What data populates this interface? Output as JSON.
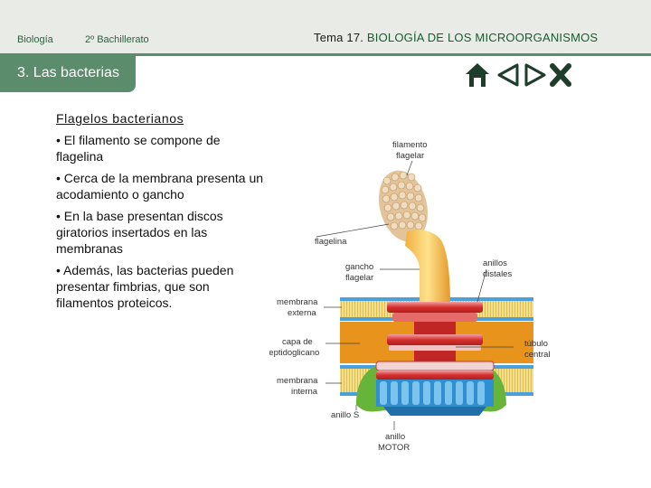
{
  "header": {
    "subject": "Biología",
    "course": "2º Bachillerato",
    "topic_prefix": "Tema 17. ",
    "topic_highlight": "BIOLOGÍA DE LOS MICROORGANISMOS"
  },
  "section": {
    "label": "3. Las bacterias"
  },
  "content": {
    "heading": "Flagelos bacterianos",
    "bullets": [
      "• El filamento se compone de flagelina",
      "• Cerca de la membrana presenta un acodamiento o gancho",
      "• En la base presentan discos giratorios insertados en las membranas",
      "• Además, las bacterias pueden presentar fimbrias, que son filamentos proteicos."
    ]
  },
  "figure": {
    "labels": {
      "filamento_1": "filamento",
      "filamento_2": "flagelar",
      "flagelina": "flagelina",
      "gancho_1": "gancho",
      "gancho_2": "flagelar",
      "anillos_1": "anillos",
      "anillos_2": "distales",
      "membrana_ext_1": "membrana",
      "membrana_ext_2": "externa",
      "capa_1": "capa de",
      "capa_2": "peptidoglicano",
      "tubulo_1": "túbulo",
      "tubulo_2": "central",
      "membrana_int_1": "membrana",
      "membrana_int_2": "interna",
      "anillo_s": "anillo S",
      "anillo_motor_1": "anillo",
      "anillo_motor_2": "MOTOR"
    }
  },
  "colors": {
    "header_bg": "#e9ece6",
    "accent_green": "#5b8c6c",
    "title_green": "#1a5b2f",
    "nav_dark": "#1f3d2b"
  },
  "icons": [
    "home-icon",
    "previous-arrow-icon",
    "next-arrow-icon",
    "close-icon"
  ]
}
